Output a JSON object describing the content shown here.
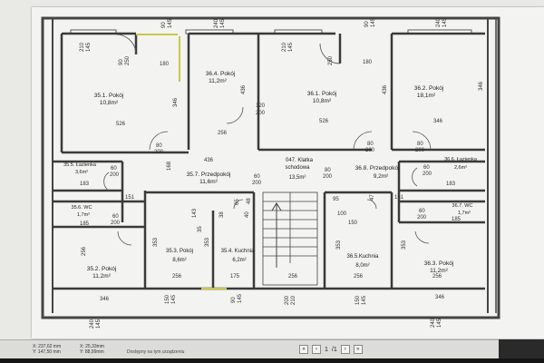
{
  "rooms": [
    {
      "id": "35.1",
      "name": "35.1. Pokój",
      "area": "10,8m²"
    },
    {
      "id": "36.4",
      "name": "36.4. Pokój",
      "area": "11,2m²"
    },
    {
      "id": "36.1",
      "name": "36.1. Pokój",
      "area": "10,8m²"
    },
    {
      "id": "36.2",
      "name": "36.2. Pokój",
      "area": "18,1m²"
    },
    {
      "id": "35.5",
      "name": "35.5. Łazienka",
      "area": "3,6m²"
    },
    {
      "id": "35.7",
      "name": "35.7. Przedpokój",
      "area": "11,6m²"
    },
    {
      "id": "047",
      "name": "047. Klatka",
      "name2": "schodowa",
      "area": "13,5m²"
    },
    {
      "id": "36.8",
      "name": "36.8. Przedpokój",
      "area": "9,2m²"
    },
    {
      "id": "36.6",
      "name": "36.6. Łazienka",
      "area": "2,6m²"
    },
    {
      "id": "35.6",
      "name": "35.6. WC",
      "area": "1,7m²"
    },
    {
      "id": "36.7",
      "name": "36.7. WC",
      "area": "1,7m²"
    },
    {
      "id": "35.3",
      "name": "35.3. Pokój",
      "area": "8,6m²"
    },
    {
      "id": "35.4",
      "name": "35.4. Kuchnia",
      "area": "6,2m²"
    },
    {
      "id": "36.5",
      "name": "36.5.Kuchnia",
      "area": "8,0m²"
    },
    {
      "id": "36.3",
      "name": "36.3. Pokój",
      "area": "11,2m²"
    },
    {
      "id": "35.2",
      "name": "35.2. Pokój",
      "area": "11,2m²"
    }
  ],
  "dims": {
    "d210_145_a": "210",
    "d145_a": "145",
    "d90": "90",
    "d145_b": "145",
    "d240": "240",
    "d145_c": "145",
    "d180_a": "180",
    "d180_b": "180",
    "d90_250_a": "90",
    "d250_a": "250",
    "d90_250_b": "90",
    "d250_b": "250",
    "d210_b": "210",
    "d145_d": "145",
    "d436_a": "436",
    "d346_a": "346",
    "d436_b": "436",
    "d346_b": "346",
    "d526_a": "526",
    "d526_b": "526",
    "d346_c": "346",
    "d256_a": "256",
    "d120": "120",
    "d200_a": "200",
    "d80": "80",
    "d200_b": "200",
    "d60_200_a": "60",
    "d200_c": "200",
    "d183_a": "183",
    "d183_b": "183",
    "d151_a": "151",
    "d151_b": "151",
    "d168": "168",
    "d60_200_b": "60",
    "d200_d": "200",
    "d145_e": "145",
    "d145_f": "145",
    "d143": "143",
    "d38": "38",
    "d65": "65",
    "d40": "40",
    "d95": "95",
    "d100": "100",
    "d150": "150",
    "d185_a": "185",
    "d185_b": "185",
    "d353_a": "353",
    "d353_b": "353",
    "d353_c": "353",
    "d256_b": "256",
    "d175": "175",
    "d256_c": "256",
    "d256_d": "256",
    "d256_e": "256",
    "d346_d": "346",
    "d346_e": "346",
    "d150_145_a": "150",
    "d145_g": "145",
    "d90_145": "90",
    "d145_h": "145",
    "d200_210": "200",
    "d210_c": "210",
    "d150_145_b": "150",
    "d145_i": "145",
    "d240_145": "240",
    "d145_j": "145",
    "d240_145_b": "240",
    "d145_k": "145",
    "d48": "48",
    "d47": "47",
    "d35": "35"
  },
  "statusbar": {
    "coord1": "X: 237,62 mm",
    "coord2": "Y: 147,50 mm",
    "coord3": "X: 25,33mm",
    "coord4": "Y: 88,99mm",
    "hint": "Dostępny na tym urządzeniu",
    "page": "1",
    "pages": "/1"
  }
}
